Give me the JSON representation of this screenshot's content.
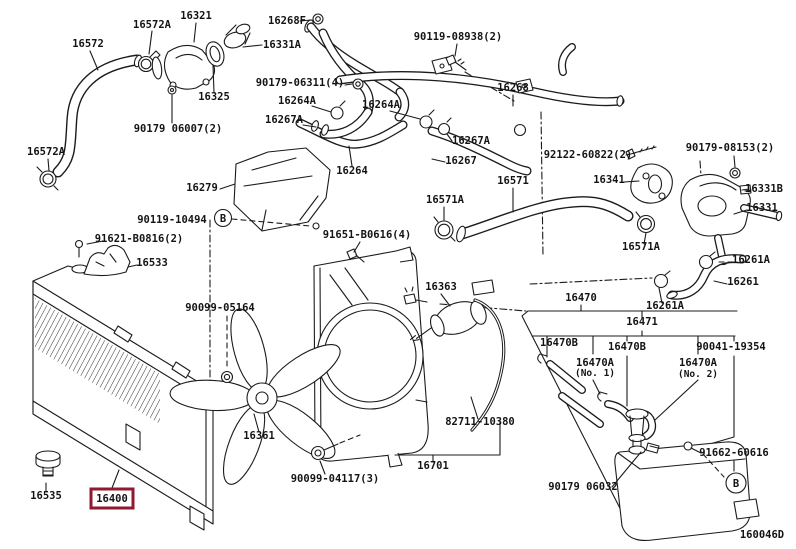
{
  "diagram": {
    "code": "160046D",
    "highlighted_part": "16400",
    "highlight_color": "#8E1B30",
    "line_color": "#1B1B1B",
    "background_color": "#FFFFFF"
  },
  "markers": {
    "b": "B"
  },
  "labels": [
    {
      "text": "16572"
    },
    {
      "text": "16572A"
    },
    {
      "text": "16321"
    },
    {
      "text": "16268F"
    },
    {
      "text": "16331A"
    },
    {
      "text": "90119-08938(2)"
    },
    {
      "text": "90179-06311(4)"
    },
    {
      "text": "16264A"
    },
    {
      "text": "16268"
    },
    {
      "text": "16264A"
    },
    {
      "text": "16267A"
    },
    {
      "text": "16325"
    },
    {
      "text": "90179 06007(2)"
    },
    {
      "text": "16267A"
    },
    {
      "text": "16572A"
    },
    {
      "text": "92122-60822(2)"
    },
    {
      "text": "90179-08153(2)"
    },
    {
      "text": "16267"
    },
    {
      "text": "16264"
    },
    {
      "text": "16571"
    },
    {
      "text": "16279"
    },
    {
      "text": "16341"
    },
    {
      "text": "16331B"
    },
    {
      "text": "16571A"
    },
    {
      "text": "16331"
    },
    {
      "text": "90119-10494"
    },
    {
      "text": "91621-B0816(2)"
    },
    {
      "text": "91651-B0616(4)"
    },
    {
      "text": "16571A"
    },
    {
      "text": "16533"
    },
    {
      "text": "16261A"
    },
    {
      "text": "16363"
    },
    {
      "text": "16261"
    },
    {
      "text": "16470"
    },
    {
      "text": "16261A"
    },
    {
      "text": "90099-05164"
    },
    {
      "text": "16471"
    },
    {
      "text": "16470B"
    },
    {
      "text": "16470B"
    },
    {
      "text": "90041-19354"
    },
    {
      "text": "16470A",
      "sub": "(No. 1)"
    },
    {
      "text": "16470A",
      "sub": "(No. 2)"
    },
    {
      "text": "82711-10380"
    },
    {
      "text": "16361"
    },
    {
      "text": "91662-60616"
    },
    {
      "text": "16701"
    },
    {
      "text": "90099-04117(3)"
    },
    {
      "text": "90179 06032"
    },
    {
      "text": "16535"
    },
    {
      "text": "16400"
    },
    {
      "text": "160046D"
    }
  ]
}
